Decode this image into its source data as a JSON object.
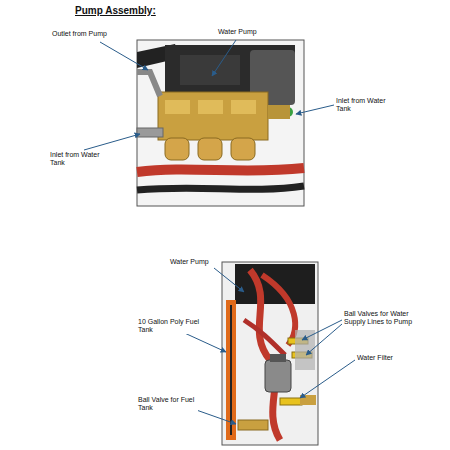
{
  "diagram": {
    "title": "Pump Assembly:",
    "labels": [
      "Outlet from Pump",
      "Water Pump",
      "Inlet from Water Tank",
      "Inlet from Water Tank",
      "Water Pump",
      "10 Gallon Poly Fuel Tank",
      "Ball Valves for Water Supply Lines to Pump",
      "Water Filter",
      "Ball Valve for Fuel Tank"
    ]
  }
}
